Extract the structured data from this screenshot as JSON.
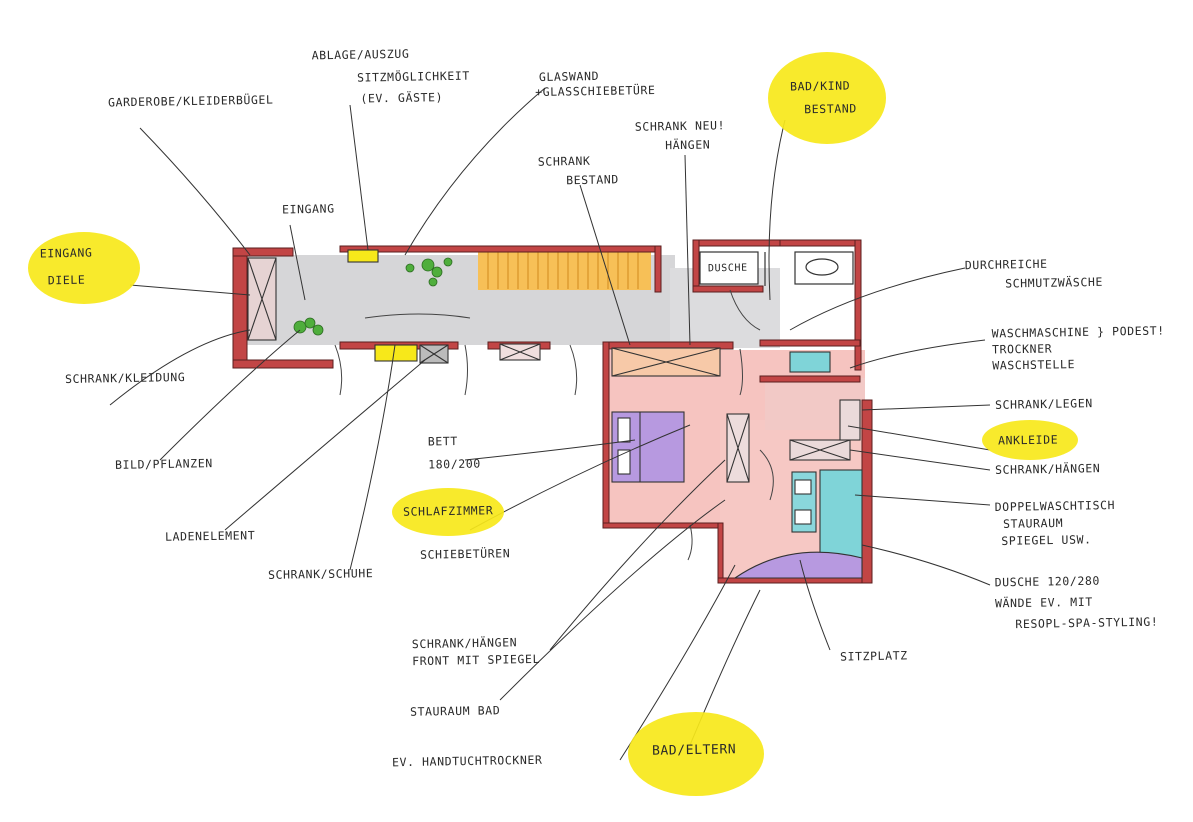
{
  "plan": {
    "rooms": {
      "eingang_diele": {
        "line1": "EINGANG",
        "line2": "DIELE"
      },
      "schlafzimmer": "SCHLAFZIMMER",
      "ankleide": "ANKLEIDE",
      "bad_eltern": "BAD/ELTERN",
      "bad_kind": {
        "line1": "BAD/KIND",
        "line2": "BESTAND"
      },
      "dusche_small": "DUSCHE"
    },
    "labels": {
      "garderobe": "GARDEROBE/KLEIDERBÜGEL",
      "ablage": {
        "line1": "ABLAGE/AUSZUG",
        "line2": "SITZMÖGLICHKEIT",
        "line3": "(EV. GÄSTE)"
      },
      "glaswand": {
        "line1": "GLASWAND",
        "line2": "+GLASSCHIEBETÜRE"
      },
      "schrank_neu": {
        "line1": "SCHRANK NEU!",
        "line2": "HÄNGEN"
      },
      "schrank_bestand": {
        "line1": "SCHRANK",
        "line2": "BESTAND"
      },
      "eingang": "EINGANG",
      "durchreiche": {
        "line1": "DURCHREICHE",
        "line2": "SCHMUTZWÄSCHE"
      },
      "waschmaschine": {
        "line1": "WASCHMASCHINE",
        "line2": "TROCKNER",
        "line3": "WASCHSTELLE",
        "podest": "} PODEST!"
      },
      "schrank_legen": "SCHRANK/LEGEN",
      "schrank_haengen": "SCHRANK/HÄNGEN",
      "doppelwaschtisch": {
        "line1": "DOPPELWASCHTISCH",
        "line2": "STAURAUM",
        "line3": "SPIEGEL USW."
      },
      "dusche_big": {
        "line1": "DUSCHE 120/280",
        "line2": "WÄNDE EV. MIT",
        "line3": "RESOPL-SPA-STYLING!"
      },
      "sitzplatz": "SITZPLATZ",
      "schrank_kleidung": "SCHRANK/KLEIDUNG",
      "bild_pflanzen": "BILD/PFLANZEN",
      "bett": {
        "line1": "BETT",
        "line2": "180/200"
      },
      "schiebetueren": "SCHIEBETÜREN",
      "ladenelement": "LADENELEMENT",
      "schrank_schuhe": "SCHRANK/SCHUHE",
      "schrank_haengen_front": {
        "line1": "SCHRANK/HÄNGEN",
        "line2": "FRONT MIT SPIEGEL"
      },
      "stauraum_bad": "STAURAUM BAD",
      "handtuchtrockner": "EV. HANDTUCHTROCKNER"
    },
    "colors": {
      "wall": "#c24545",
      "floor_hall": "#d6d6d8",
      "floor_bed": "#f6c4c0",
      "stairs": "#f7c057",
      "bed": "#b799e0",
      "shower": "#7fd4d8",
      "highlight": "#f7e81a",
      "plants": "#4fae3c"
    }
  }
}
